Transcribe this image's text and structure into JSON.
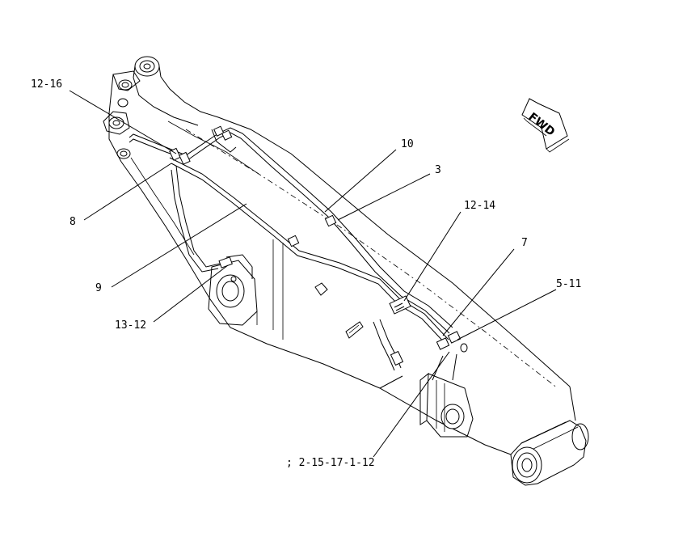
{
  "callouts": {
    "c12_16": "12-16",
    "c8": "8",
    "c9": "9",
    "c13_12": "13-12",
    "c10": "10",
    "c3": "3",
    "c12_14": "12-14",
    "c7": "7",
    "c5_11": "5-11",
    "c2_15": "; 2-15-17-1-12"
  },
  "direction_arrow": {
    "label": "FWD",
    "icon": "forward-arrow-icon"
  }
}
